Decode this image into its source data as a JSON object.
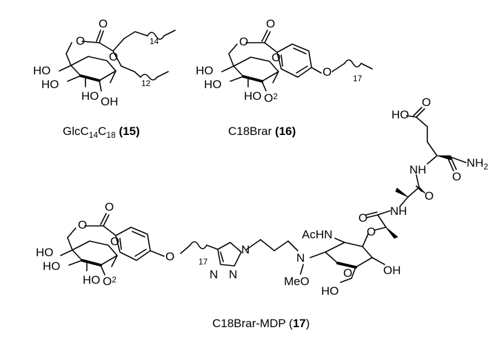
{
  "compounds": [
    {
      "id": "15",
      "caption_prefix": "GlcC",
      "caption_sub1": "14",
      "caption_mid": "C",
      "caption_sub2": "18",
      "caption_number": "(15)",
      "chain_a": "14",
      "chain_b": "12",
      "atoms": {
        "ho4": "HO",
        "ho3": "HO",
        "ho2": "HO",
        "oh1": "OH",
        "ring_o": "O",
        "ester_o": "O",
        "carbonyl_o": "O"
      }
    },
    {
      "id": "16",
      "caption_text": "C18Brar",
      "caption_number": "(16)",
      "chain": "17",
      "link_sub": "2",
      "atoms": {
        "ho4": "HO",
        "ho3": "HO",
        "ho2": "HO",
        "ring_o": "O",
        "link_o": "O",
        "ester_o": "O",
        "carbonyl_o": "O",
        "ether_o": "O"
      }
    },
    {
      "id": "17",
      "caption_text": "C18Brar-MDP",
      "caption_open": "(",
      "caption_number": "17",
      "caption_close": ")",
      "chain": "17",
      "link_sub": "2",
      "atoms": {
        "ho4": "HO",
        "ho3": "HO",
        "ho2": "HO",
        "ring_o": "O",
        "link_o": "O",
        "ester_o": "O",
        "carbonyl_o": "O",
        "ether_o": "O",
        "triazole_n1": "N",
        "triazole_n2": "N",
        "triazole_n3": "N",
        "amine_n": "N",
        "methoxy": "MeO",
        "acetamido": "AcHN",
        "glc_ring_o": "O",
        "oh": "OH",
        "ho6": "HO",
        "ether_o2": "O",
        "amide_o1": "O",
        "nh1": "NH",
        "amide_o2": "O",
        "nh2": "NH",
        "acid_ho": "HO",
        "acid_o": "O",
        "amide_o3": "O",
        "nh2_amide": "NH",
        "nh2_sub": "2"
      }
    }
  ]
}
